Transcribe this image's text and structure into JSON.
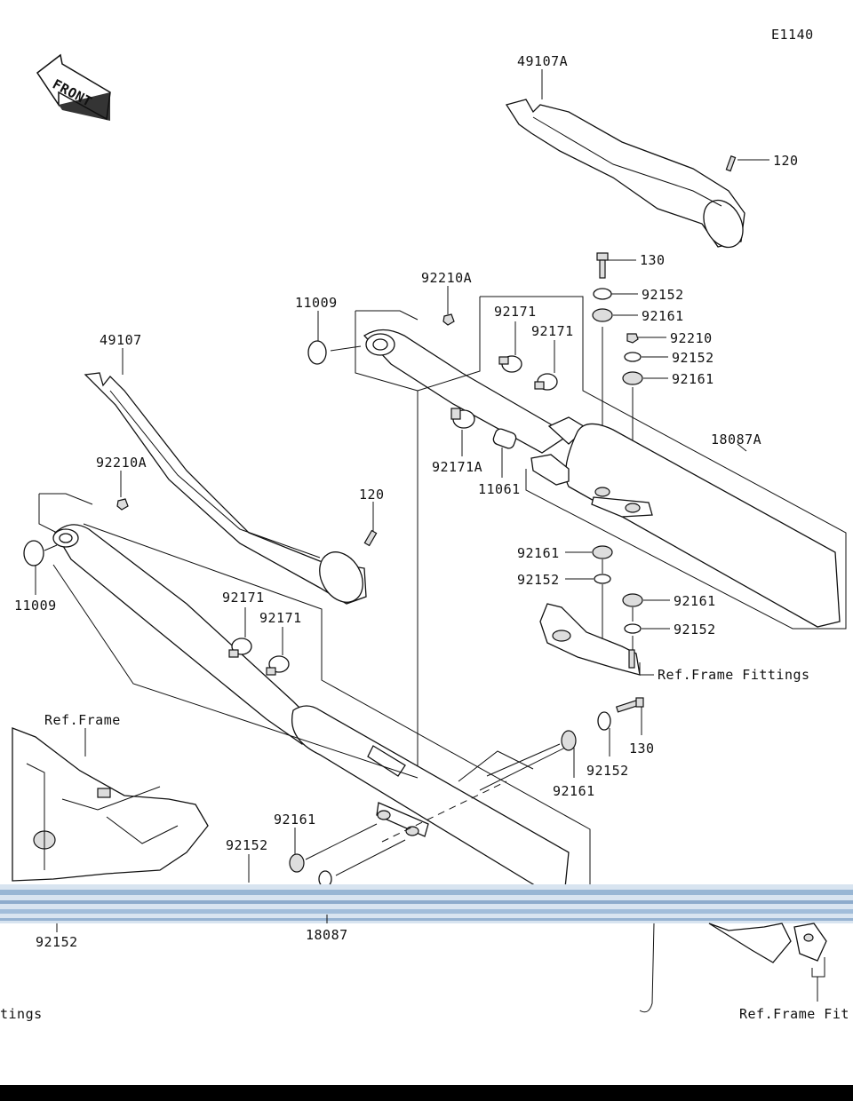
{
  "diagram_code": "E1140",
  "front_label": "FRONT",
  "labels": {
    "p49107A": "49107A",
    "p120_top": "120",
    "p130_top": "130",
    "p92152_a": "92152",
    "p92161_a": "92161",
    "p92210": "92210",
    "p92152_b": "92152",
    "p92161_b": "92161",
    "p11009_top": "11009",
    "p92210A_top": "92210A",
    "p92171_a": "92171",
    "p92171_b": "92171",
    "p18087A": "18087A",
    "p49107": "49107",
    "p92171A": "92171A",
    "p11061": "11061",
    "p92210A_left": "92210A",
    "p120_mid": "120",
    "p11009_left": "11009",
    "p92161_c": "92161",
    "p92152_c": "92152",
    "p92161_d": "92161",
    "p92152_d": "92152",
    "ref_frame_fittings_right": "Ref.Frame Fittings",
    "p92171_c": "92171",
    "p92171_d": "92171",
    "ref_frame": "Ref.Frame",
    "p130_mid": "130",
    "p92152_e": "92152",
    "p92161_e": "92161",
    "p92161_f": "92161",
    "p92152_f": "92152",
    "p92152_g": "92152",
    "p18087": "18087",
    "ref_frame_fittings_left": "tings",
    "ref_frame_fittings_bottom": "Ref.Frame Fit"
  }
}
